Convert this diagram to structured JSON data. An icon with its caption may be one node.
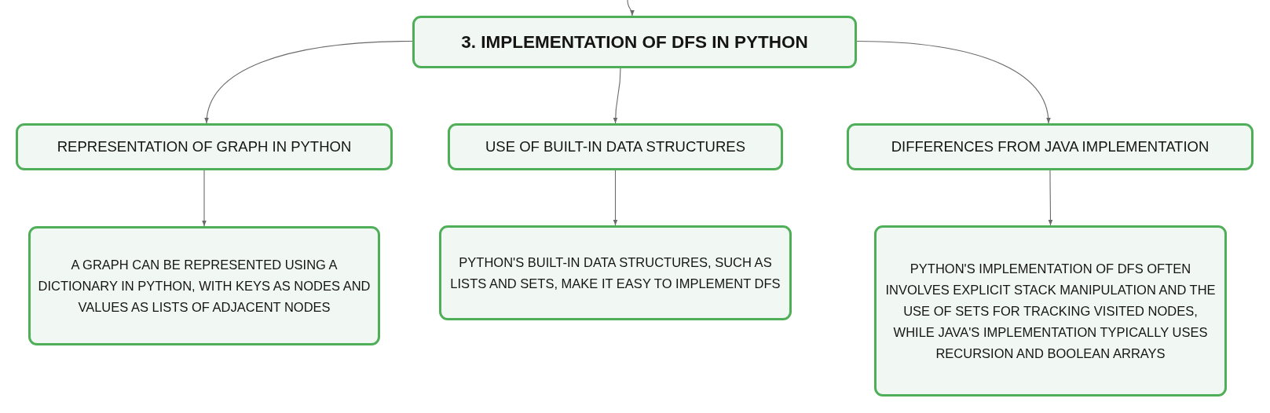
{
  "diagram": {
    "nodes": [
      {
        "text": [
          "3. IMPLEMENTATION OF DFS IN PYTHON"
        ]
      },
      {
        "text": [
          "REPRESENTATION OF GRAPH IN PYTHON"
        ]
      },
      {
        "text": [
          "USE OF BUILT-IN DATA STRUCTURES"
        ]
      },
      {
        "text": [
          "DIFFERENCES FROM JAVA IMPLEMENTATION"
        ]
      },
      {
        "text": [
          "A GRAPH CAN BE REPRESENTED USING A DICTIONARY IN PYTHON, WITH KEYS AS NODES AND VALUES AS LISTS OF ADJACENT NODES"
        ]
      },
      {
        "text": [
          "PYTHON'S BUILT-IN DATA STRUCTURES, SUCH AS LISTS AND SETS, MAKE IT EASY TO IMPLEMENT DFS"
        ]
      },
      {
        "text": [
          "PYTHON'S IMPLEMENTATION OF DFS OFTEN INVOLVES EXPLICIT STACK MANIPULATION AND THE USE OF SETS FOR TRACKING VISITED NODES, WHILE JAVA'S IMPLEMENTATION TYPICALLY USES RECURSION AND BOOLEAN ARRAYS"
        ]
      }
    ],
    "edges": [
      {
        "from": null,
        "to": 0,
        "arrow": "to"
      },
      {
        "from": 0,
        "to": 1,
        "arrow": "to"
      },
      {
        "from": 0,
        "to": 2,
        "arrow": "to"
      },
      {
        "from": 0,
        "to": 3,
        "arrow": "to"
      },
      {
        "from": 1,
        "to": 4,
        "arrow": "to"
      },
      {
        "from": 2,
        "to": 5,
        "arrow": "to"
      },
      {
        "from": 3,
        "to": 6,
        "arrow": "to"
      }
    ]
  }
}
